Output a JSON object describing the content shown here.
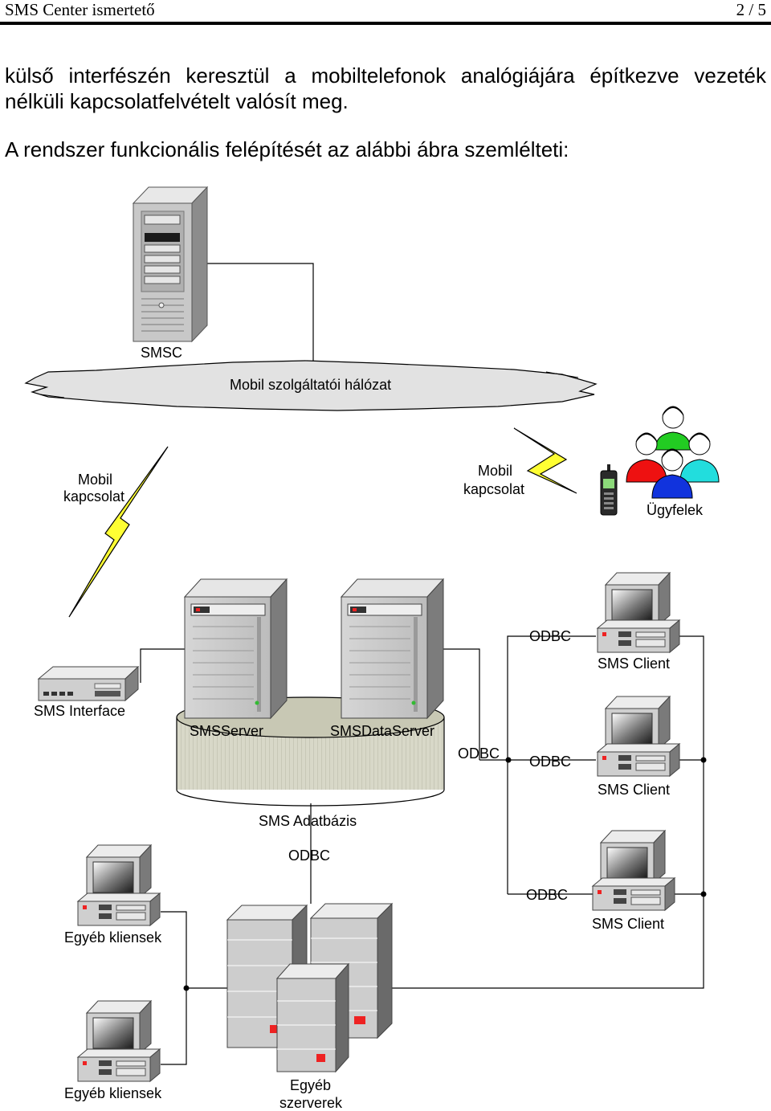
{
  "header": {
    "title": "SMS Center ismertető",
    "page": "2 / 5"
  },
  "paragraph": {
    "line1": "külső interfészén keresztül a mobiltelefonok analógiájára építkezve vezeték",
    "line2": "nélküli kapcsolatfelvételt valósít meg.",
    "intro": "A rendszer funkcionális felépítését az alábbi ábra szemlélteti:"
  },
  "diagram": {
    "smsc": "SMSC",
    "network": "Mobil szolgáltatói hálózat",
    "mobile_link_left": [
      "Mobil",
      "kapcsolat"
    ],
    "mobile_link_right": [
      "Mobil",
      "kapcsolat"
    ],
    "customers": "Ügyfelek",
    "sms_interface": "SMS Interface",
    "sms_server": "SMSServer",
    "sms_data_server": "SMSDataServer",
    "database": "SMS Adatbázis",
    "odbc": "ODBC",
    "sms_client": "SMS Client",
    "other_clients": "Egyéb kliensek",
    "other_servers": [
      "Egyéb",
      "szerverek"
    ]
  }
}
